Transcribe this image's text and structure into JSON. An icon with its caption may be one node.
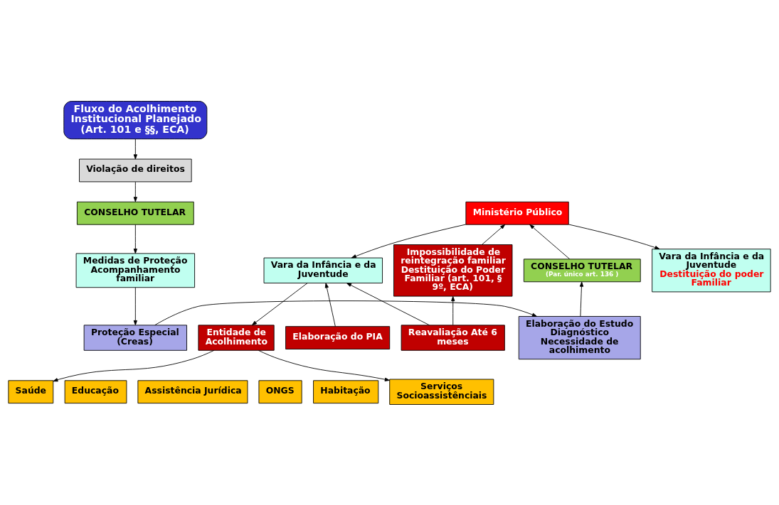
{
  "diagram": {
    "nodes": [
      {
        "text": [
          "Fluxo do Acolhimento Institucional Planejado (Art. 101 e §§, ECA)"
        ]
      },
      {
        "text": [
          "Violação de direitos"
        ]
      },
      {
        "text": [
          "Ministério Público"
        ]
      },
      {
        "text": [
          "Vara da Infância e da Juventude",
          "Destituição do poder Familiar"
        ]
      },
      {
        "text": [
          "CONSELHO TUTELAR"
        ]
      },
      {
        "text": [
          "Impossibilidade de reintegração familiar",
          "Destituição do Poder Familiar (art. 101, § 9º, ECA)"
        ]
      },
      {
        "text": [
          "Medidas de Proteção Acompanhamento familiar"
        ]
      },
      {
        "text": [
          "CONSELHO TUTELAR",
          "(Par. único art. 136 )"
        ]
      },
      {
        "text": [
          "Vara da Infância e da Juventude"
        ]
      },
      {
        "text": [
          "Proteção Especial (Creas)"
        ]
      },
      {
        "text": [
          "Elaboração do Estudo Diagnóstico Necessidade de acolhimento"
        ]
      },
      {
        "text": [
          "Entidade de Acolhimento"
        ]
      },
      {
        "text": [
          "Elaboração do PIA"
        ]
      },
      {
        "text": [
          "Reavaliação Até 6 meses"
        ]
      },
      {
        "text": [
          "Saúde"
        ]
      },
      {
        "text": [
          "Educação"
        ]
      },
      {
        "text": [
          "Assistência Jurídica"
        ]
      },
      {
        "text": [
          "ONGS"
        ]
      },
      {
        "text": [
          "Habitação"
        ]
      },
      {
        "text": [
          "Serviços Socioassistênciais"
        ]
      }
    ],
    "edges": [
      {
        "from": 0,
        "to": 1,
        "arrow": "to"
      },
      {
        "from": 1,
        "to": 4,
        "arrow": "to"
      },
      {
        "from": 4,
        "to": 6,
        "arrow": "to"
      },
      {
        "from": 6,
        "to": 9,
        "arrow": "to"
      },
      {
        "from": 9,
        "to": 10,
        "arrow": "to"
      },
      {
        "from": 10,
        "to": 7,
        "arrow": "to"
      },
      {
        "from": 7,
        "to": 2,
        "arrow": "to"
      },
      {
        "from": 2,
        "to": 3,
        "arrow": "to"
      },
      {
        "from": 5,
        "to": 2,
        "arrow": "to"
      },
      {
        "from": 2,
        "to": 8,
        "arrow": "to"
      },
      {
        "from": 8,
        "to": 11,
        "arrow": "to"
      },
      {
        "from": 12,
        "to": 8,
        "arrow": "to"
      },
      {
        "from": 13,
        "to": 8,
        "arrow": "to"
      },
      {
        "from": 13,
        "to": 5,
        "arrow": "to"
      },
      {
        "from": 11,
        "to": 14,
        "arrow": "to"
      },
      {
        "from": 11,
        "to": 19,
        "arrow": "to"
      }
    ]
  }
}
